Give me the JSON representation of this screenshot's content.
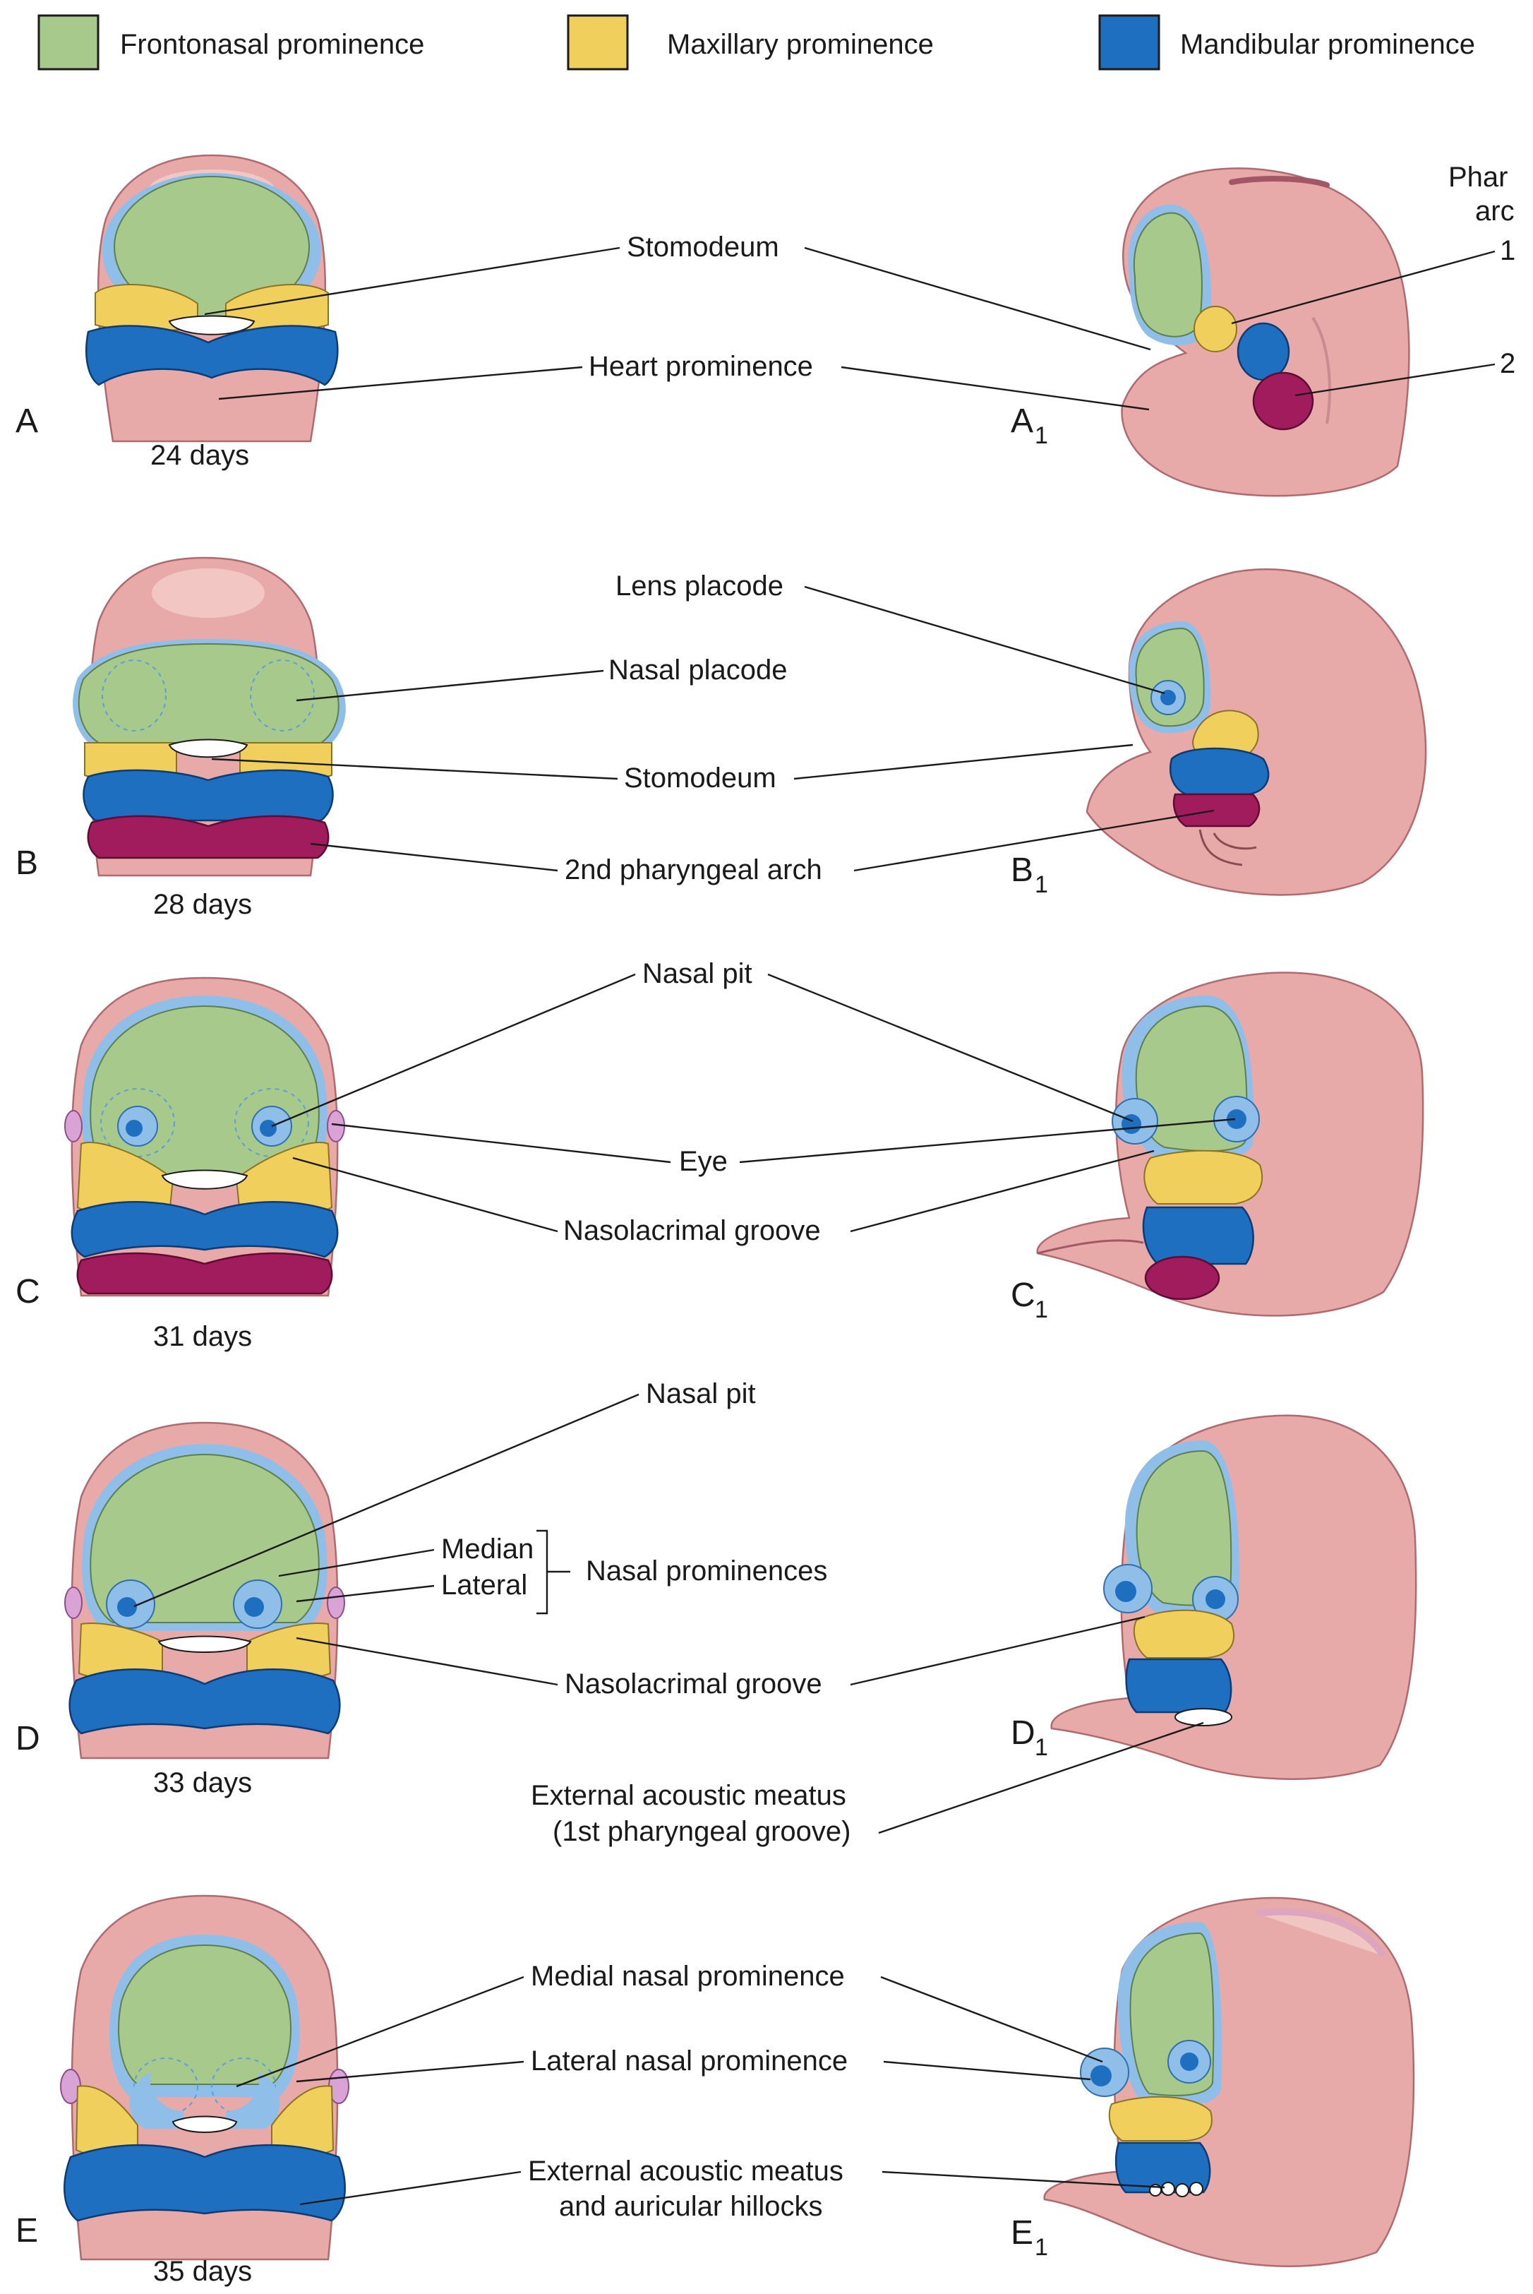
{
  "legend": [
    {
      "label": "Frontonasal prominence",
      "color": "#a7c98c"
    },
    {
      "label": "Maxillary prominence",
      "color": "#f0cf5c"
    },
    {
      "label": "Mandibular prominence",
      "color": "#1e6fc0"
    }
  ],
  "panels": {
    "A": {
      "letter": "A",
      "days": "24 days"
    },
    "A1": {
      "letter": "A",
      "sub": "1"
    },
    "B": {
      "letter": "B",
      "days": "28 days"
    },
    "B1": {
      "letter": "B",
      "sub": "1"
    },
    "C": {
      "letter": "C",
      "days": "31 days"
    },
    "C1": {
      "letter": "C",
      "sub": "1"
    },
    "D": {
      "letter": "D",
      "days": "33 days"
    },
    "D1": {
      "letter": "D",
      "sub": "1"
    },
    "E": {
      "letter": "E",
      "days": "35 days"
    },
    "E1": {
      "letter": "E",
      "sub": "1"
    }
  },
  "labels": {
    "stomodeum": "Stomodeum",
    "heart_prominence": "Heart prominence",
    "pharyngeal_line1": "Phar",
    "pharyngeal_line2": "arc",
    "arch_1": "1",
    "arch_2": "2",
    "lens_placode": "Lens placode",
    "nasal_placode": "Nasal placode",
    "stomodeum_b": "Stomodeum",
    "second_pharyngeal_arch": "2nd pharyngeal arch",
    "nasal_pit_c": "Nasal pit",
    "eye": "Eye",
    "nasolacrimal_groove_c": "Nasolacrimal groove",
    "nasal_pit_d": "Nasal pit",
    "median": "Median",
    "lateral": "Lateral",
    "nasal_prominences": "Nasal prominences",
    "nasolacrimal_groove_d": "Nasolacrimal groove",
    "external_acoustic_meatus_line1": "External acoustic meatus",
    "external_acoustic_meatus_line2": "(1st pharyngeal groove)",
    "medial_nasal_prominence": "Medial nasal prominence",
    "lateral_nasal_prominence": "Lateral nasal prominence",
    "ext_meatus_hillocks_line1": "External acoustic meatus",
    "ext_meatus_hillocks_line2": "and auricular hillocks"
  }
}
